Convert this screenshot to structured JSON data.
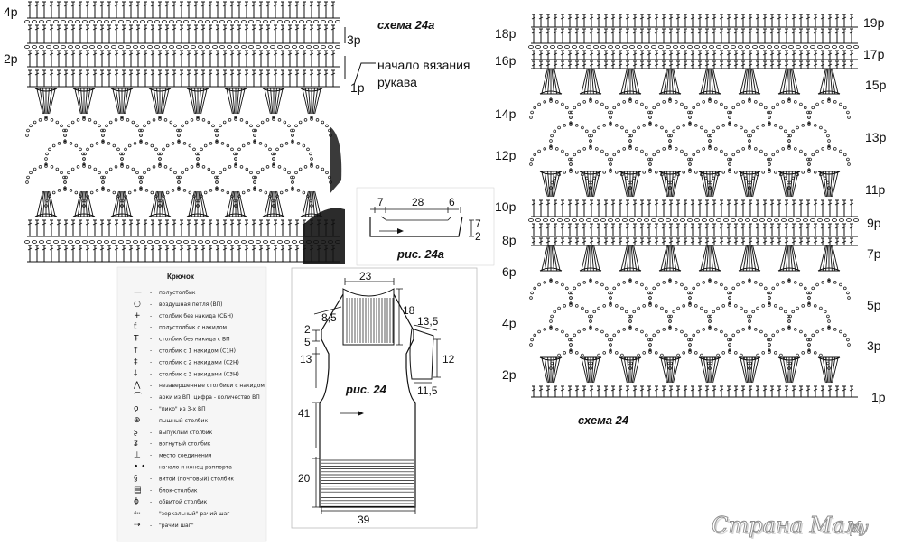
{
  "scheme_24a": {
    "caption": "схема 24а",
    "row_labels_left": [
      "4р",
      "2р"
    ],
    "row_labels_right": [
      "3р",
      "1р"
    ],
    "start_note_line1": "начало вязания",
    "start_note_line2": "рукава"
  },
  "fig_24a": {
    "caption": "рис. 24а",
    "dims": {
      "left": "7",
      "middle": "28",
      "right": "6",
      "h_top": "7",
      "h_bottom": "2"
    }
  },
  "legend": {
    "title": "Крючок",
    "items": [
      {
        "symbol": "—",
        "icon": "half-stitch-icon",
        "text": "полустолбик"
      },
      {
        "symbol": "○",
        "icon": "chain-loop-icon",
        "text": "воздушная петля (ВП)"
      },
      {
        "symbol": "+",
        "icon": "single-crochet-icon",
        "text": "столбик без накида (СБН)"
      },
      {
        "symbol": "ƭ",
        "icon": "half-double-icon",
        "text": "полустолбик с накидом"
      },
      {
        "symbol": "Ŧ",
        "icon": "sc-with-chain-icon",
        "text": "столбик без накида с ВП"
      },
      {
        "symbol": "†",
        "icon": "double-crochet-icon",
        "text": "столбик с 1 накидом (С1Н)"
      },
      {
        "symbol": "‡",
        "icon": "treble-crochet-icon",
        "text": "столбик с 2 накидами (С2Н)"
      },
      {
        "symbol": "⸸",
        "icon": "triple-treble-icon",
        "text": "столбик с 3 накидами (С3Н)"
      },
      {
        "symbol": "⋀",
        "icon": "unfinished-stitches-icon",
        "text": "незавершенные столбики с накидом"
      },
      {
        "symbol": "⌒",
        "icon": "chain-arch-icon",
        "text": "арки из ВП, цифра - количество ВП"
      },
      {
        "symbol": "ǫ",
        "icon": "picot-icon",
        "text": "\"пико\" из 3-х ВП"
      },
      {
        "symbol": "⊕",
        "icon": "puff-stitch-icon",
        "text": "пышный столбик"
      },
      {
        "symbol": "ʂ",
        "icon": "front-post-icon",
        "text": "выпуклый столбик"
      },
      {
        "symbol": "ʑ",
        "icon": "back-post-icon",
        "text": "вогнутый столбик"
      },
      {
        "symbol": "⊥",
        "icon": "join-point-icon",
        "text": "место соединения"
      },
      {
        "symbol": "• •",
        "icon": "repeat-mark-icon",
        "text": "начало и конец раппорта"
      },
      {
        "symbol": "§",
        "icon": "twisted-stitch-icon",
        "text": "витой (почтовый) столбик"
      },
      {
        "symbol": "▤",
        "icon": "block-stitch-icon",
        "text": "блок-столбик"
      },
      {
        "symbol": "ϕ",
        "icon": "wrapped-stitch-icon",
        "text": "обвитой столбик"
      },
      {
        "symbol": "⇠",
        "icon": "mirror-crab-icon",
        "text": "\"зеркальный\" рачий шаг"
      },
      {
        "symbol": "⇢",
        "icon": "crab-stitch-icon",
        "text": "\"рачий шаг\""
      }
    ]
  },
  "fig_24": {
    "caption": "рис. 24",
    "dims": {
      "neck_width": "23",
      "collar_height": "18",
      "shoulder": "8,5",
      "left_top": "2",
      "left_mid": "5",
      "armhole": "13",
      "body": "41",
      "rib": "20",
      "bottom_width": "39",
      "sleeve_top": "13,5",
      "sleeve_height": "12",
      "sleeve_bottom": "11,5"
    }
  },
  "scheme_24": {
    "caption": "схема 24",
    "row_labels_left": [
      "18р",
      "16р",
      "14р",
      "12р",
      "10р",
      "8р",
      "6р",
      "4р",
      "2р"
    ],
    "row_labels_right": [
      "19р",
      "17р",
      "15р",
      "13р",
      "11р",
      "9р",
      "7р",
      "5р",
      "3р",
      "1р"
    ]
  },
  "watermark": {
    "text": "Страна Мам",
    "suffix": ". ру"
  }
}
